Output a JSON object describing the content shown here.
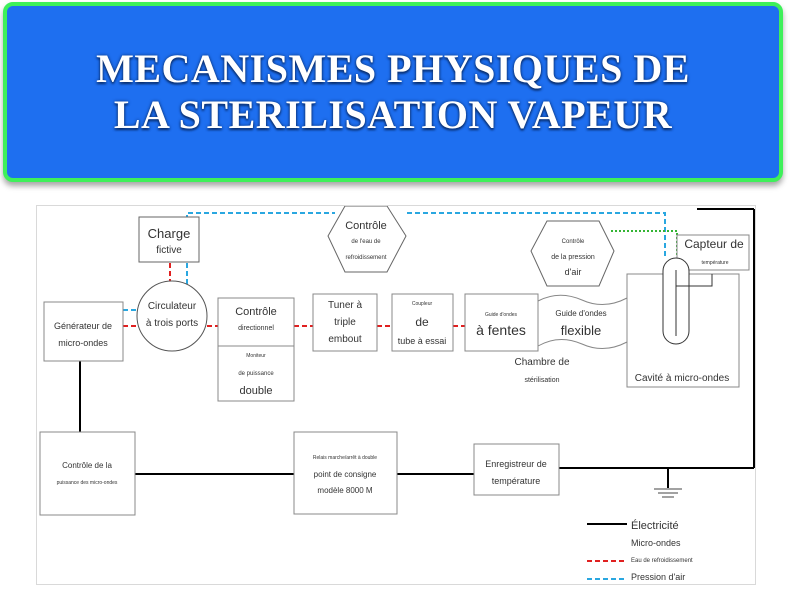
{
  "title": {
    "line1": "MECANISMES PHYSIQUES DE",
    "line2": "LA STERILISATION VAPEUR"
  },
  "colors": {
    "banner_bg": "#1e6ff0",
    "banner_border": "#3ef05a",
    "electricity": "#000000",
    "microwaves": "#e02020",
    "cooling_water": "#2aa7e0",
    "air_pressure": "#35b535"
  },
  "boxes": {
    "charge": {
      "l1": "Charge",
      "l2": "fictive"
    },
    "controle_eau": {
      "l1": "Contrôle",
      "l2": "de l'eau de",
      "l3": "refroidissement"
    },
    "controle_pression": {
      "l1": "Contrôle",
      "l2": "de la pression",
      "l3": "d'air"
    },
    "capteur": {
      "l1": "Capteur de",
      "l2": "température"
    },
    "generateur": {
      "l1": "Générateur de",
      "l2": "micro-ondes"
    },
    "circulateur": {
      "l1": "Circulateur",
      "l2": "à trois ports"
    },
    "controle_dir": {
      "l1": "Contrôle",
      "l2": "directionnel"
    },
    "moniteur": {
      "l1": "Moniteur",
      "l2": "de puissance",
      "l3": "double"
    },
    "tuner": {
      "l1": "Tuner à",
      "l2": "triple",
      "l3": "embout"
    },
    "coupleur": {
      "l1": "Coupleur",
      "l2": "de",
      "l3": "tube à essai"
    },
    "guide_fentes": {
      "l1": "Guide d'ondes",
      "l2": "à fentes"
    },
    "guide_flexible": {
      "l1": "Guide d'ondes",
      "l2": "flexible"
    },
    "chambre": {
      "l1": "Chambre de",
      "l2": "stérilisation"
    },
    "cavite": {
      "l1": "Cavité à micro-ondes"
    },
    "controle_puissance": {
      "l1": "Contrôle de la",
      "l2": "puissance des micro-ondes"
    },
    "relais": {
      "l1": "Relais marche/arrêt à double",
      "l2": "point de consigne",
      "l3": "modèle 8000 M"
    },
    "enregistreur": {
      "l1": "Enregistreur de",
      "l2": "température"
    }
  },
  "legend": [
    {
      "label": "Électricité",
      "key": "electricity"
    },
    {
      "label": "Micro-ondes",
      "key": "microwaves"
    },
    {
      "label": "Eau de refroidissement",
      "key": "cooling_water"
    },
    {
      "label": "Pression d'air",
      "key": "air_pressure"
    }
  ]
}
